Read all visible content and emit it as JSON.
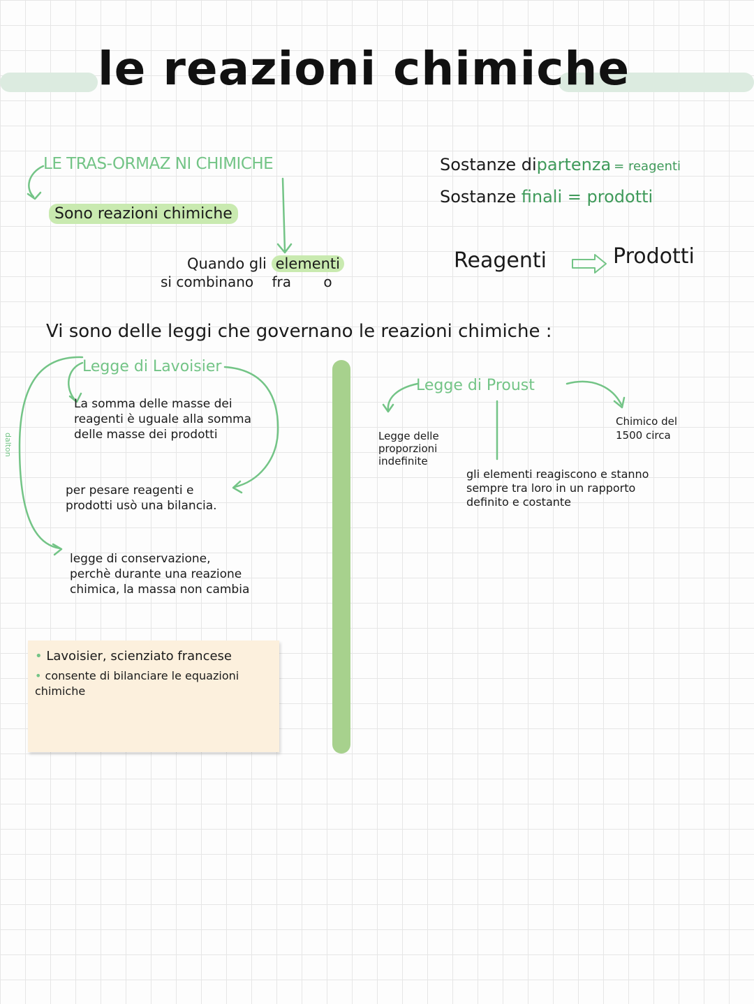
{
  "title": "le reazioni chimiche",
  "trasformazioni": {
    "heading": "LE TRAS-ORMAZ NI CHIMICHE",
    "sono": "Sono reazioni chimiche",
    "quando_1": "Quando gli",
    "quando_elementi": "elementi",
    "quando_2": "si combinano",
    "quando_3": "fra",
    "quando_4": "o"
  },
  "sostanze": {
    "line1_prefix": "Sostanze di",
    "line1_green": "partenza",
    "line1_suffix": "= reagenti",
    "line2_prefix": "Sostanze",
    "line2_green": "finali",
    "line2_suffix": "= prodotti",
    "reagenti": "Reagenti",
    "prodotti": "Prodotti"
  },
  "leggi_intro": "Vi sono delle leggi che governano le reazioni chimiche :",
  "lavoisier": {
    "heading": "Legge di Lavoisier",
    "side_label": "dalton",
    "text1": "La somma delle masse dei reagenti è uguale alla somma delle masse dei prodotti",
    "text2": "per pesare reagenti e prodotti usò una bilancia.",
    "text3": "legge di conservazione, perchè durante una reazione chimica, la massa non cambia"
  },
  "note": {
    "bullet1": "Lavoisier, scienziato francese",
    "bullet2": "consente di bilanciare le equazioni chimiche"
  },
  "proust": {
    "heading": "Legge di Proust",
    "left_label": "Legge delle proporzioni indefinite",
    "right_label": "Chimico del 1500 circa",
    "text": "gli elementi reagiscono e stanno sempre tra loro in un rapporto definito e costante"
  },
  "colors": {
    "green": "#3f9a5a",
    "light_green": "#73c486",
    "highlight": "#c9eab0",
    "bar": "#a7d18d",
    "note": "#fcf0dd"
  }
}
